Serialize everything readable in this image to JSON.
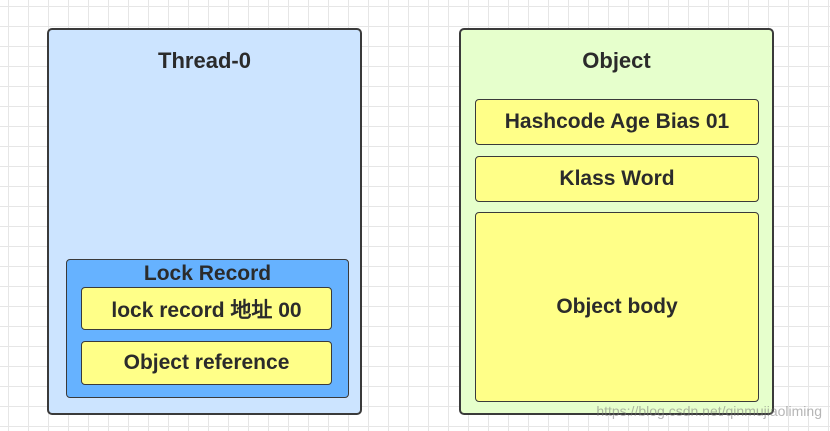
{
  "thread": {
    "title": "Thread-0",
    "lock_record": {
      "title": "Lock Record",
      "lock_record_address": "lock  record 地址 00",
      "object_reference": "Object reference"
    }
  },
  "object": {
    "title": "Object",
    "mark_word": "Hashcode Age Bias 01",
    "klass_word": "Klass Word",
    "body": "Object body"
  },
  "watermark": {
    "url": "https://blog.csdn.net/qinmujiaoliming"
  },
  "colors": {
    "thread_panel_bg": "#cce4ff",
    "lock_record_bg": "#66b2ff",
    "object_panel_bg": "#e6ffcc",
    "cell_bg": "#ffff88",
    "border": "#3a3a3a"
  }
}
